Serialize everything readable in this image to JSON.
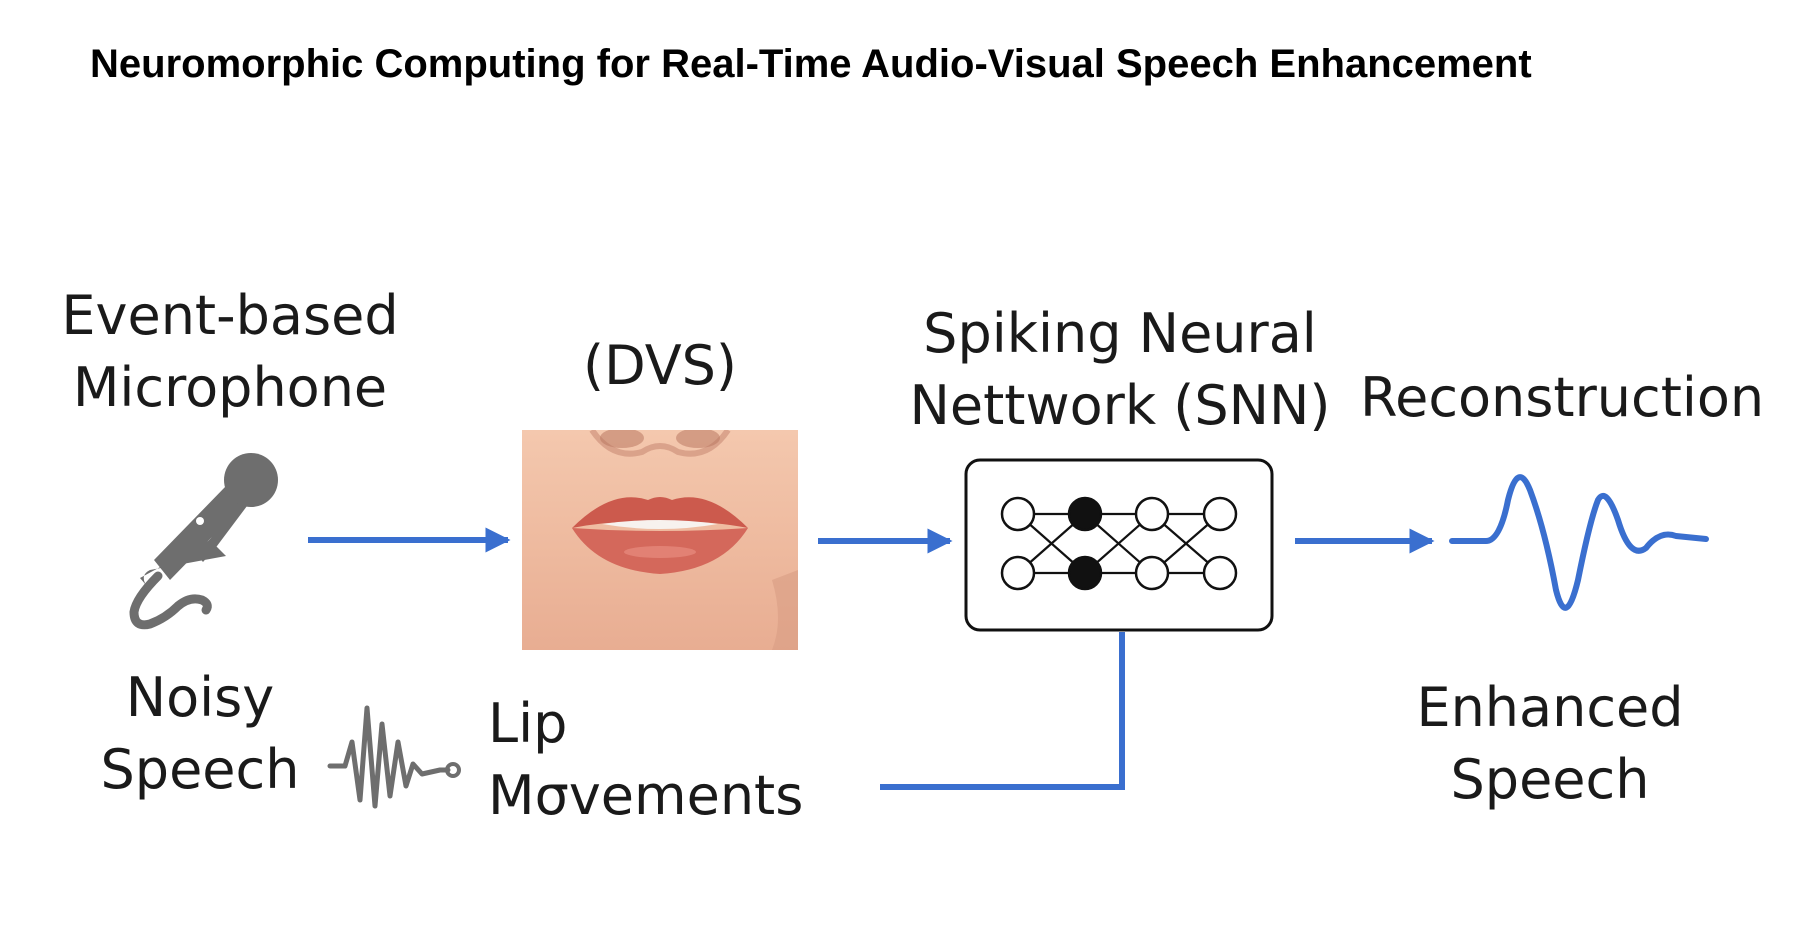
{
  "title": "Neuromorphic Computing for Real-Time Audio-Visual Speech Enhancement",
  "labels": {
    "event_mic_line1": "Event-based",
    "event_mic_line2": "Microphone",
    "dvs": "(DVS)",
    "snn_line1": "Spiking Neural",
    "snn_line2": "Nettwork (SNN)",
    "reconstruction": "Reconstruction",
    "noisy_line1": "Noisy",
    "noisy_line2": "Speech",
    "lip_line1": "Lip",
    "lip_line2": "Mσvements",
    "enhanced_line1": "Enhanced",
    "enhanced_line2": "Speech"
  },
  "colors": {
    "arrow": "#3a6fcf",
    "icon_gray": "#6e6e6e",
    "node_fill_dark": "#111111",
    "text": "#1a1a1a"
  },
  "icons": [
    "microphone-icon",
    "noisy-wave-icon",
    "lip-photo",
    "snn-network-icon",
    "enhanced-wave-icon"
  ]
}
